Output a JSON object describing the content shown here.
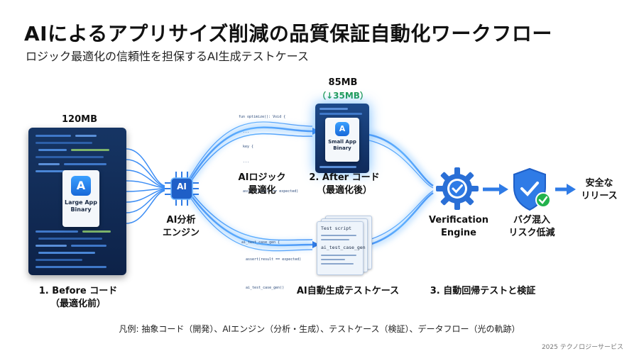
{
  "title": "AIによるアプリサイズ削減の品質保証自動化ワークフロー",
  "subtitle": "ロジック最適化の信頼性を担保するAI生成テストケース",
  "before": {
    "size": "120MB",
    "file_name": "Large App Binary",
    "step_line1": "1. Before コード",
    "step_line2": "（最適化前）"
  },
  "ai_engine": {
    "chip_text": "AI",
    "line1": "AI分析",
    "line2": "エンジン"
  },
  "optimization": {
    "line1": "AIロジック",
    "line2": "最適化",
    "snippet": [
      "fun optimize(): Void {",
      "  ...",
      "  key {",
      "  ...",
      "  }",
      "  assert(result == expected)"
    ]
  },
  "after": {
    "size": "85MB",
    "reduction": "（↓35MB）",
    "file_name": "Small App Binary",
    "step_line1": "2. After コード",
    "step_line2": "（最適化後）"
  },
  "tests": {
    "sheet_title": "Test script",
    "sheet_name": "ai_test_case_gen",
    "snippet": [
      "ai_test_case_gen {",
      "  assert(result == expected)",
      "",
      "  ai_test_case_gen()"
    ],
    "label": "AI自動生成テストケース"
  },
  "verification": {
    "line1": "Verification",
    "line2": "Engine",
    "step": "3. 自動回帰テストと検証"
  },
  "risk": {
    "line1": "バグ混入",
    "line2": "リスク低減"
  },
  "release": {
    "line1": "安全な",
    "line2": "リリース"
  },
  "legend": "凡例: 抽象コード（開発）、AIエンジン（分析・生成）、テストケース（検証）、データフロー（光の軌跡）",
  "copyright": "2025 テクノロジーサービス",
  "colors": {
    "flow": "#3d8ef5",
    "glow": "#9fd0ff",
    "panel": "#0f2a5a",
    "check": "#22b24c",
    "reduction": "#1e9b54"
  },
  "icons": [
    "app-store-icon",
    "ai-chip-icon",
    "gear-check-icon",
    "shield-check-icon",
    "arrow-right-icon"
  ]
}
